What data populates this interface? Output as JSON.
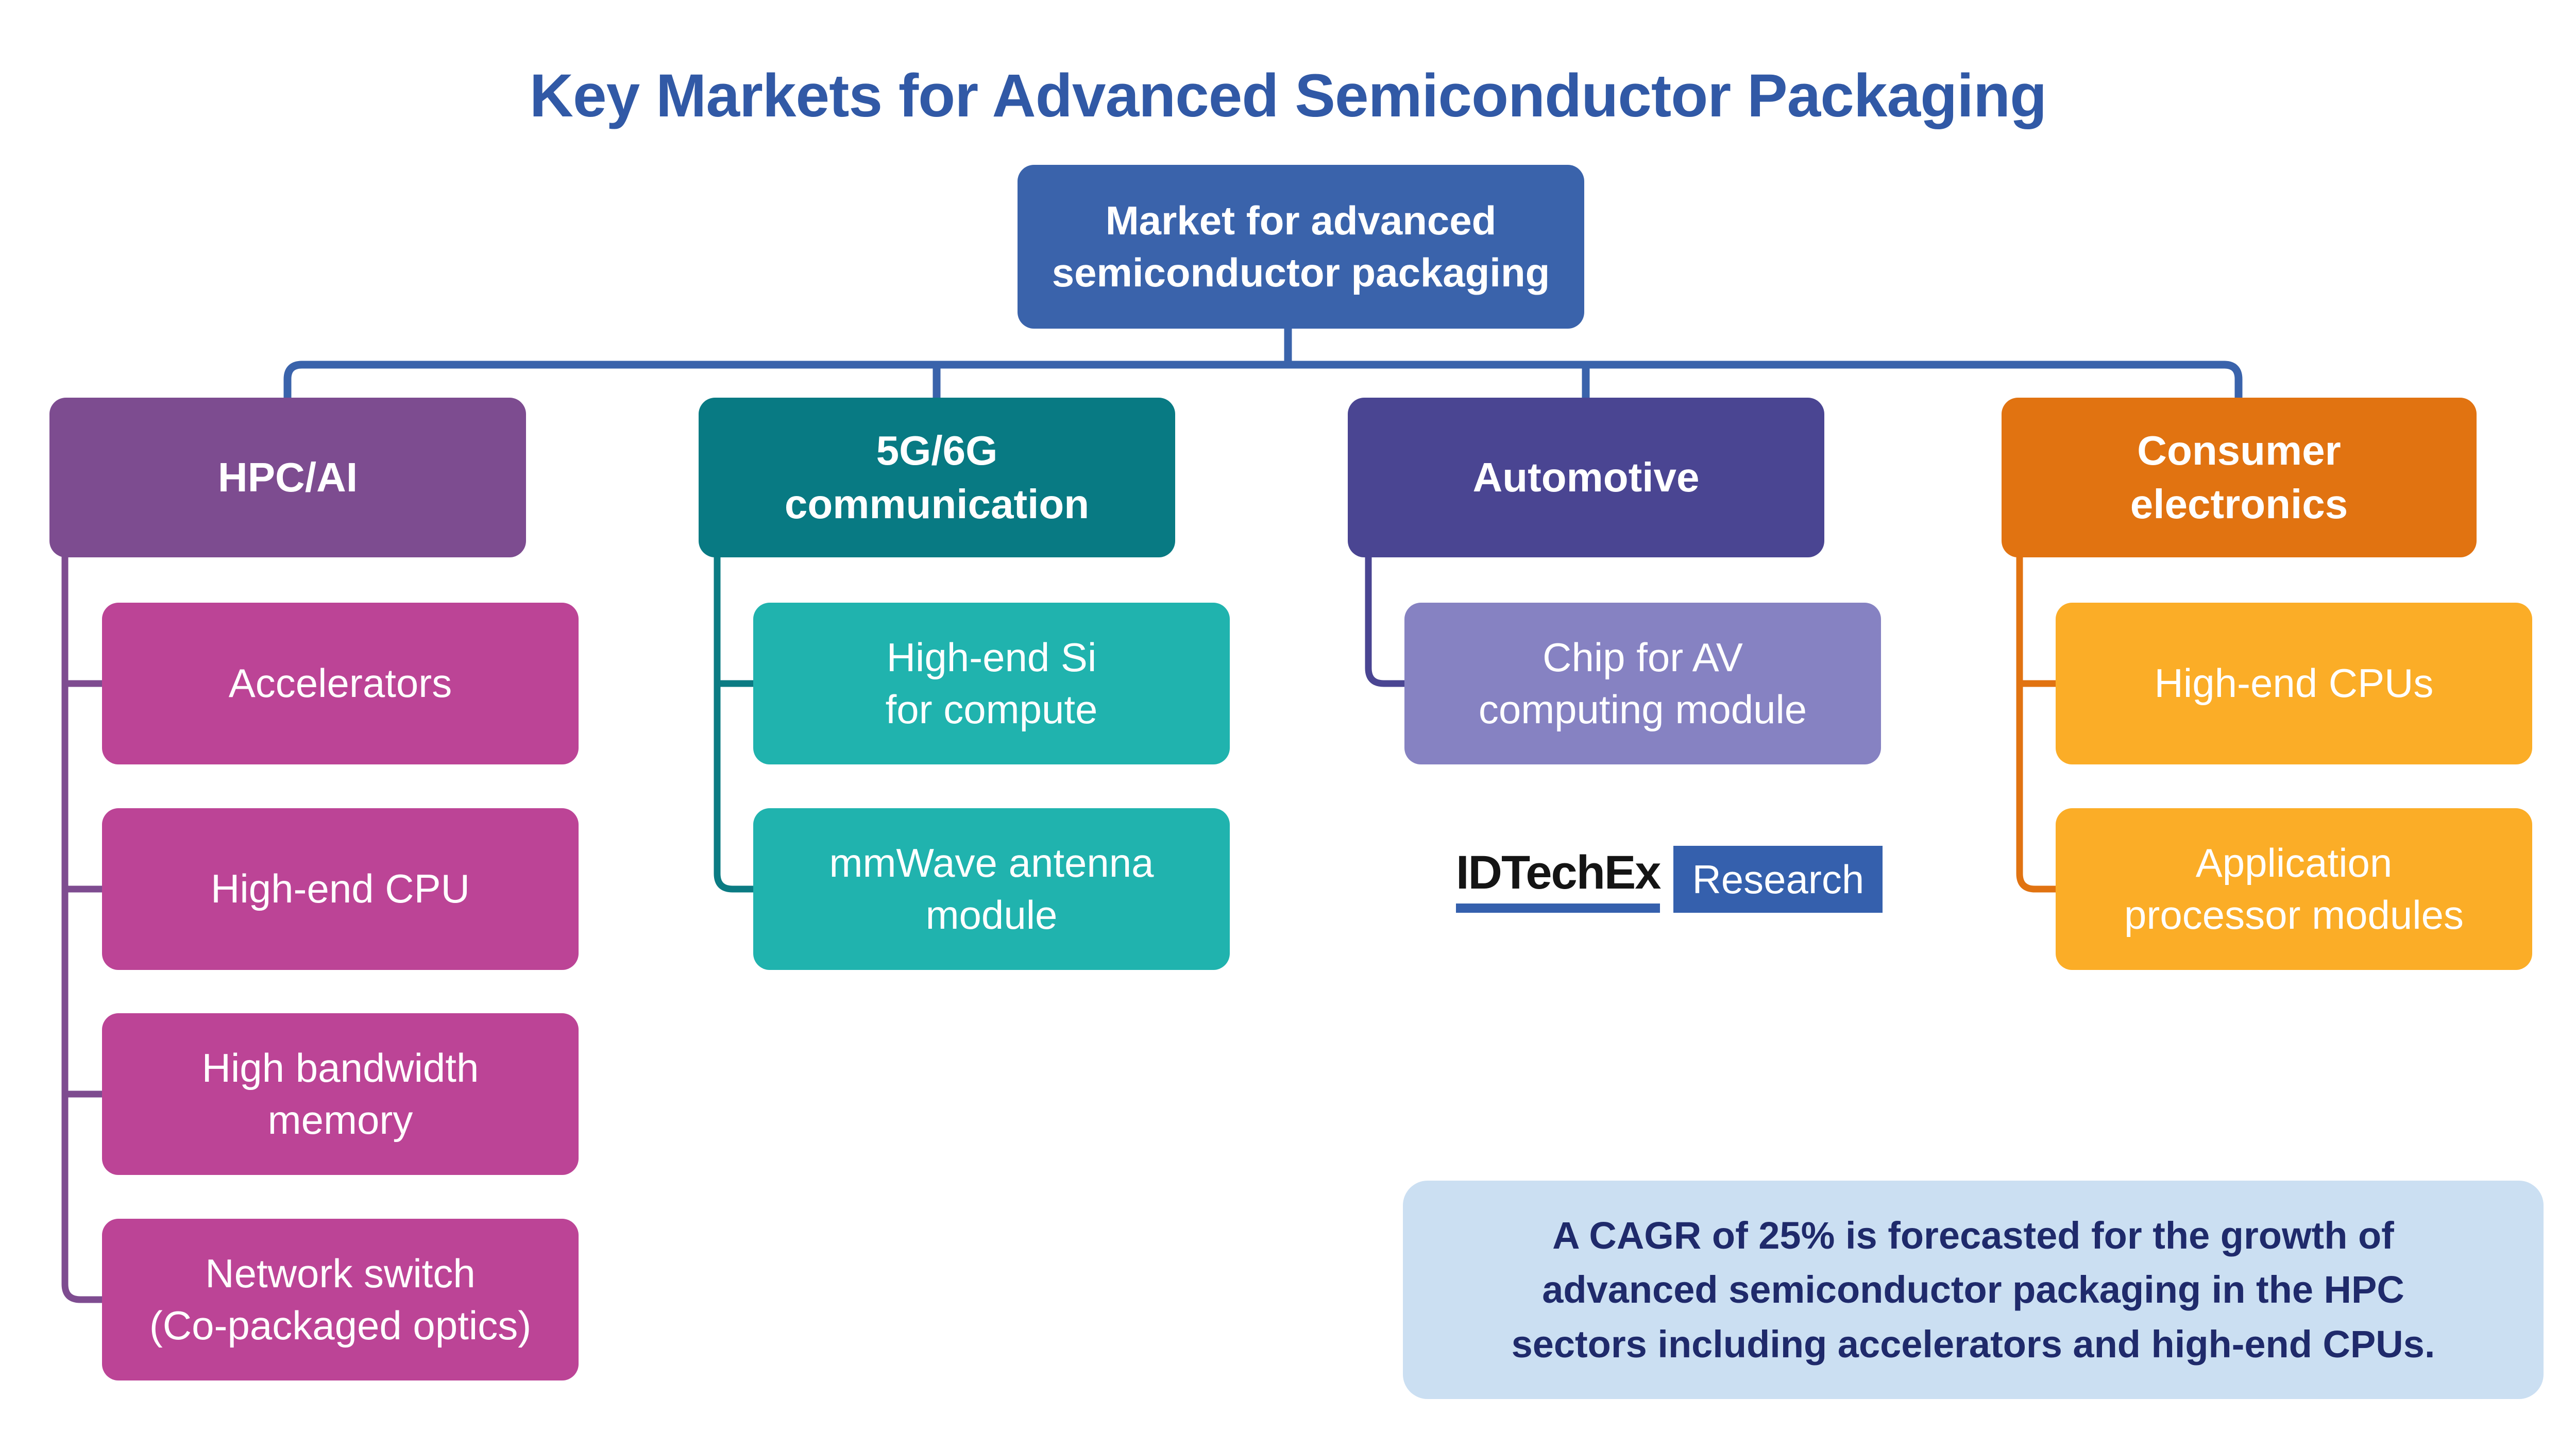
{
  "title": "Key Markets for Advanced Semiconductor Packaging",
  "root": {
    "label": "Market for advanced\nsemiconductor packaging"
  },
  "branches": [
    {
      "header": "HPC/AI",
      "children": [
        "Accelerators",
        "High-end CPU",
        "High bandwidth\nmemory",
        "Network switch\n(Co-packaged optics)"
      ]
    },
    {
      "header": "5G/6G\ncommunication",
      "children": [
        "High-end Si\nfor compute",
        "mmWave antenna\nmodule"
      ]
    },
    {
      "header": "Automotive",
      "children": [
        "Chip for AV\ncomputing module"
      ]
    },
    {
      "header": "Consumer\nelectronics",
      "children": [
        "High-end CPUs",
        "Application\nprocessor modules"
      ]
    }
  ],
  "callout": {
    "text": "A CAGR of 25% is forecasted for the growth of\nadvanced semiconductor packaging in the HPC\nsectors including accelerators and high-end CPUs."
  },
  "logo": {
    "brand": "IDTechEx",
    "suffix": "Research"
  },
  "colors": {
    "title_blue": "#3159A6",
    "root_bg": "#3A63AB",
    "line_blue": "#3A63AB",
    "hpc_header": "#7D4C90",
    "hpc_child": "#BC4496",
    "hpc_line": "#7E4C90",
    "com_header": "#087A83",
    "com_child": "#20B3AE",
    "com_line": "#0B7B83",
    "auto_header": "#4A4592",
    "auto_child": "#8682C2",
    "auto_line": "#4A4592",
    "ce_header": "#E17311",
    "ce_child": "#FBAD27",
    "ce_line": "#E17311",
    "callout_bg": "#CBDFF2",
    "callout_text": "#1F2A6B",
    "logo_blue": "#3560AD",
    "logo_black": "#141414"
  }
}
